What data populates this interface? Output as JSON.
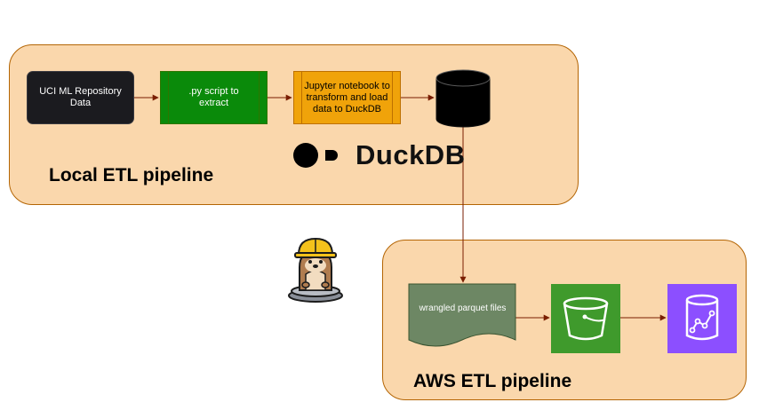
{
  "local_group": {
    "title": "Local ETL pipeline",
    "nodes": {
      "source": "UCI ML Repository Data",
      "extract": ".py script to extract",
      "transform": "Jupyter notebook to transform and load data to DuckDB"
    },
    "logo_text": "DuckDB"
  },
  "aws_group": {
    "title": "AWS ETL pipeline",
    "nodes": {
      "files": "wrangled parquet files"
    },
    "icons": [
      "s3-bucket-icon",
      "athena-icon"
    ]
  },
  "colors": {
    "group_fill": "#fad7ac",
    "group_border": "#b46504",
    "extract_fill": "#0a8a0a",
    "transform_fill": "#f0a30a",
    "source_fill": "#1b1b1f",
    "s3_fill": "#3f9a2c",
    "athena_fill": "#8c4fff",
    "doc_fill": "#6d8764",
    "arrow": "#7a1e00"
  }
}
